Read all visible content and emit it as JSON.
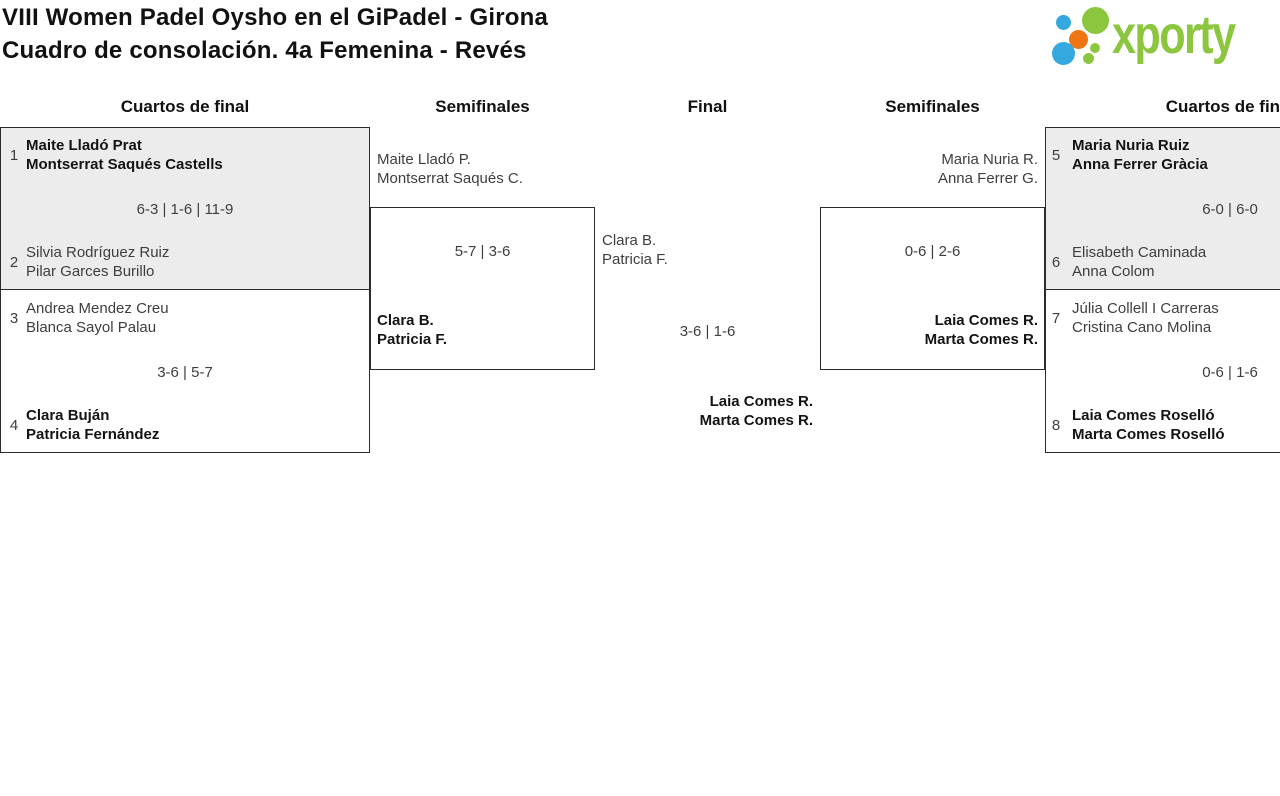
{
  "title": {
    "line1": "VIII Women Padel Oysho en el GiPadel - Girona",
    "line2": "Cuadro de consolación. 4a Femenina - Revés"
  },
  "logo": {
    "text": "xporty",
    "green": "#8CC63F",
    "blue": "#35A8E0",
    "orange": "#EE7511"
  },
  "headers": {
    "qf_left": "Cuartos de final",
    "sf_left": "Semifinales",
    "final": "Final",
    "sf_right": "Semifinales",
    "qf_right": "Cuartos de final"
  },
  "matches": {
    "qf_l1": {
      "seed_top": "1",
      "top1": "Maite Lladó Prat",
      "top2": "Montserrat Saqués Castells",
      "score": "6-3 | 1-6 | 11-9",
      "seed_bottom": "2",
      "bot1": "Silvia Rodríguez Ruiz",
      "bot2": "Pilar Garces Burillo"
    },
    "qf_l2": {
      "seed_top": "3",
      "top1": "Andrea Mendez Creu",
      "top2": "Blanca Sayol Palau",
      "score": "3-6 | 5-7",
      "seed_bottom": "4",
      "bot1": "Clara Buján",
      "bot2": "Patricia Fernández"
    },
    "sf_l": {
      "top1": "Maite Lladó P.",
      "top2": "Montserrat Saqués C.",
      "score": "5-7 | 3-6",
      "bot1": "Clara B.",
      "bot2": "Patricia F."
    },
    "final": {
      "top1": "Clara B.",
      "top2": "Patricia F.",
      "score": "3-6 | 1-6",
      "winner1": "Laia Comes R.",
      "winner2": "Marta Comes R."
    },
    "sf_r": {
      "top1": "Maria Nuria R.",
      "top2": "Anna Ferrer G.",
      "score": "0-6 | 2-6",
      "bot1": "Laia Comes R.",
      "bot2": "Marta Comes R."
    },
    "qf_r1": {
      "seed_top": "5",
      "top1": "Maria Nuria Ruiz",
      "top2": "Anna Ferrer Gràcia",
      "score": "6-0 | 6-0",
      "seed_bottom": "6",
      "bot1": "Elisabeth Caminada",
      "bot2": "Anna Colom"
    },
    "qf_r2": {
      "seed_top": "7",
      "top1": "Júlia Collell I Carreras",
      "top2": "Cristina Cano Molina",
      "score": "0-6 | 1-6",
      "seed_bottom": "8",
      "bot1": "Laia Comes Roselló",
      "bot2": "Marta Comes Roselló"
    }
  },
  "ui_colors": {
    "match_top_fill": "#ECECEC",
    "border": "#2B2B2B",
    "text_regular": "#3E3E3E",
    "text_winner": "#141414"
  }
}
